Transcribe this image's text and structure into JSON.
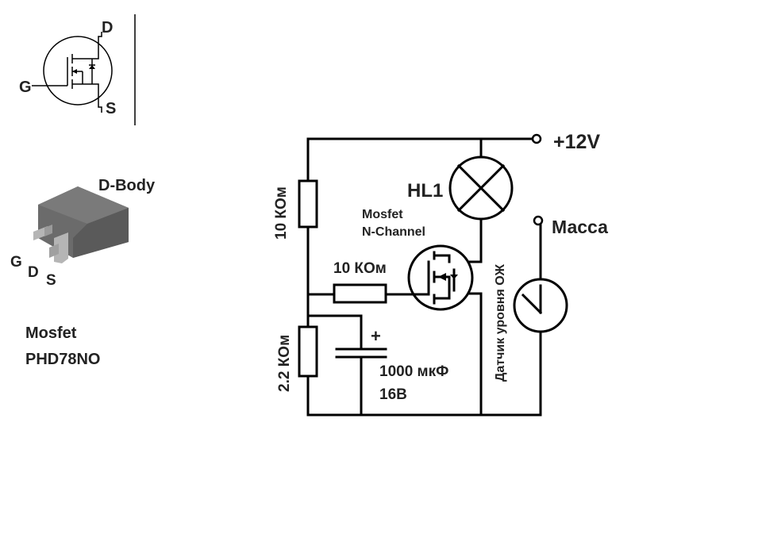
{
  "symbol": {
    "drain": "D",
    "gate": "G",
    "source": "S"
  },
  "package": {
    "body_label": "D-Body",
    "pin_g": "G",
    "pin_d": "D",
    "pin_s": "S",
    "name_line1": "Mosfet",
    "name_line2": "PHD78NO"
  },
  "circuit": {
    "supply": "+12V",
    "ground": "Масса",
    "lamp": "HL1",
    "r_top": "10 КОм",
    "r_gate": "10 КОм",
    "r_bottom": "2.2 КОм",
    "mosfet_line1": "Mosfet",
    "mosfet_line2": "N-Channel",
    "cap_plus": "+",
    "cap_value": "1000 мкФ",
    "cap_voltage": "16В",
    "sensor": "Датчик уровня ОЖ"
  },
  "colors": {
    "line": "#000000",
    "text": "#222222",
    "package_body": "#6b6b6b",
    "package_pins": "#b5b5b5"
  }
}
